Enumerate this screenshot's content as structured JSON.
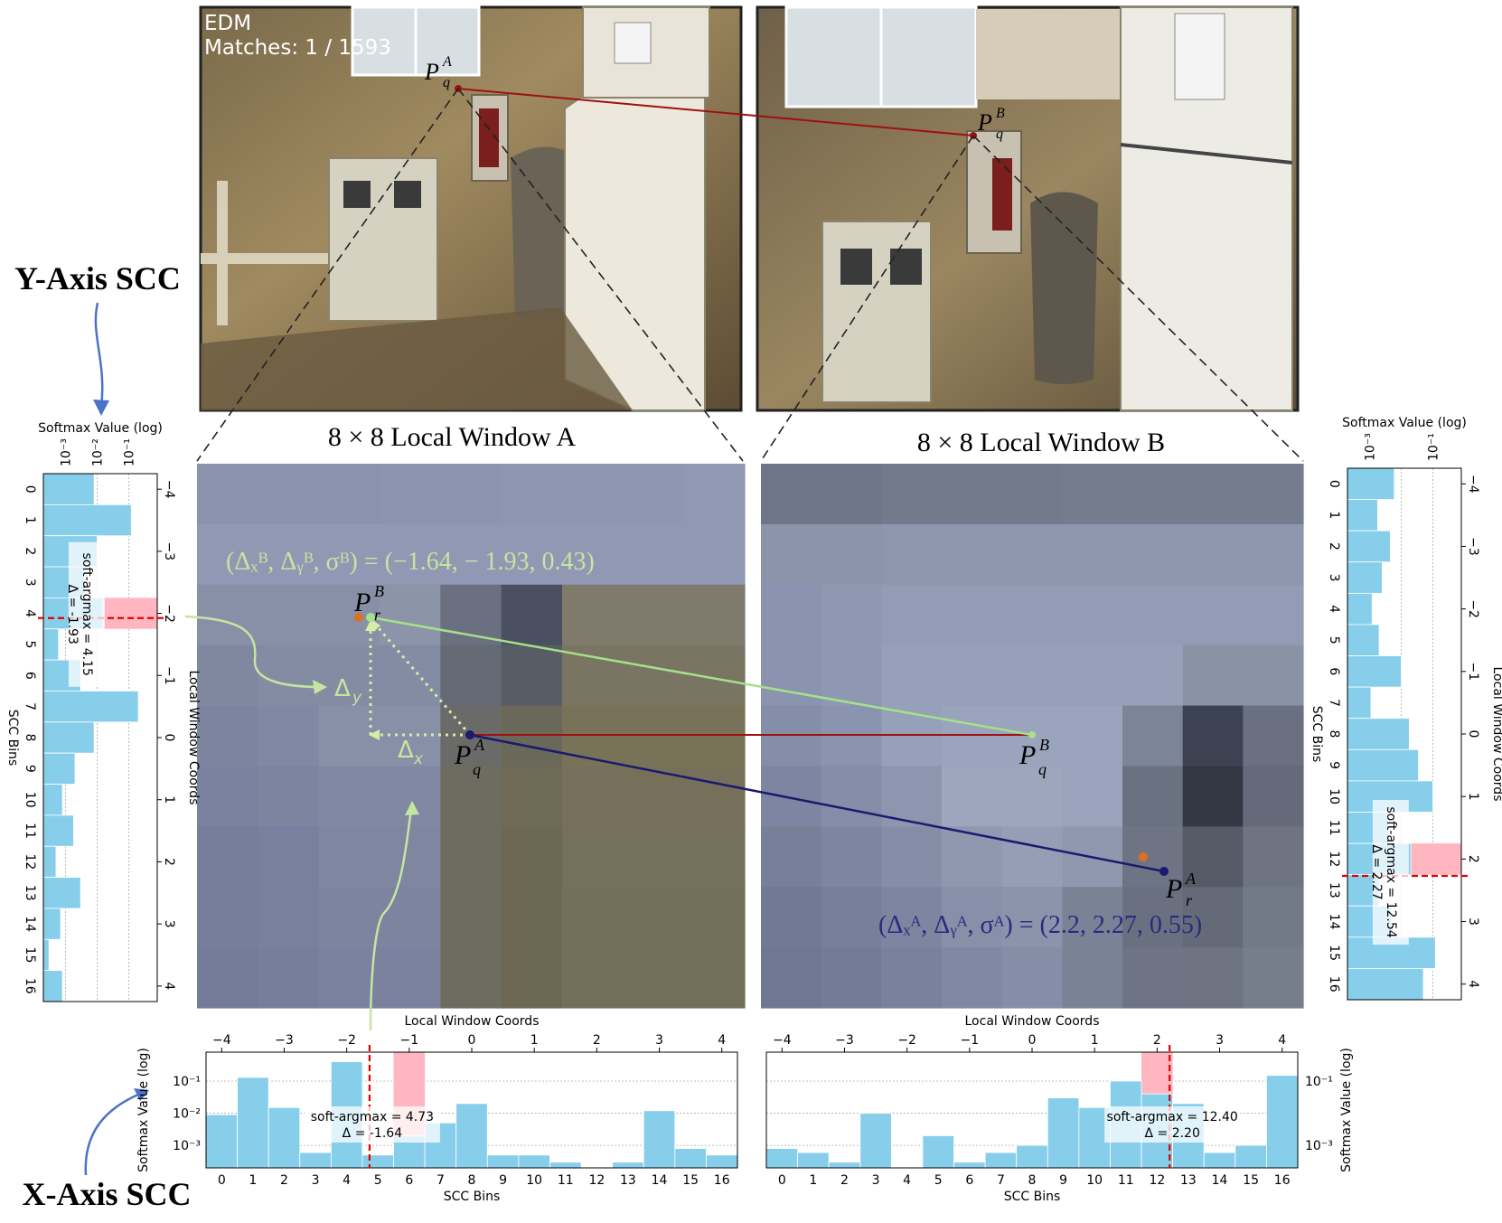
{
  "overlay": {
    "method": "EDM",
    "matches": "Matches: 1 / 1593"
  },
  "labels": {
    "y_axis_scc": "Y-Axis SCC",
    "x_axis_scc": "X-Axis SCC",
    "window_a": "8 × 8 Local Window A",
    "window_b": "8 × 8 Local Window B",
    "eq_b": "(Δₓᴮ, Δᵧᴮ, σᴮ) = (−1.64,  − 1.93, 0.43)",
    "eq_a": "(Δₓᴬ, Δᵧᴬ, σᴬ) = (2.2, 2.27, 0.55)",
    "dx": "Δ",
    "dx_sub": "x",
    "dy": "Δ",
    "dy_sub": "y",
    "pq_a": "P",
    "pq_b": "P",
    "pr_a": "P",
    "pr_b": "P"
  },
  "colors": {
    "bar": "#87ceeb",
    "highlight": "#ffb6c1",
    "dashed": "#e00000",
    "green": "#a6e08a",
    "navy": "#1a1a6e",
    "red_line": "#a01010",
    "orange_dot": "#e07020",
    "annotation_green": "#c4e6a0",
    "annotation_navy": "#2a2a80"
  },
  "chart_data": [
    {
      "id": "y-axis-scc-A",
      "type": "bar",
      "orientation": "horizontal",
      "categories": [
        "0",
        "1",
        "2",
        "3",
        "4",
        "5",
        "6",
        "7",
        "8",
        "9",
        "10",
        "11",
        "12",
        "13",
        "14",
        "15",
        "16"
      ],
      "values": [
        0.008,
        0.12,
        0.01,
        0.004,
        0.015,
        0.0006,
        0.003,
        0.2,
        0.008,
        0.002,
        0.0008,
        0.0018,
        0.0005,
        0.003,
        0.0007,
        0.0003,
        0.0008
      ],
      "xlabel": "Softmax Value (log)",
      "ylabel": "SCC Bins",
      "secondary_axis_label": "Local Window Coords",
      "secondary_ticks": [
        "−4",
        "−3",
        "−2",
        "−1",
        "0",
        "1",
        "2",
        "3",
        "4"
      ],
      "log_ticks": [
        "10⁻³",
        "10⁻²",
        "10⁻¹"
      ],
      "soft_argmax_text": "soft-argmax = 4.15",
      "delta_text": "Δ = -1.93",
      "soft_argmax": 4.15,
      "highlight_bin": 4
    },
    {
      "id": "y-axis-scc-B",
      "type": "bar",
      "orientation": "horizontal",
      "categories": [
        "0",
        "1",
        "2",
        "3",
        "4",
        "5",
        "6",
        "7",
        "8",
        "9",
        "10",
        "11",
        "12",
        "13",
        "14",
        "15",
        "16"
      ],
      "values": [
        0.006,
        0.0018,
        0.0045,
        0.0025,
        0.0012,
        0.002,
        0.01,
        0.0011,
        0.018,
        0.035,
        0.1,
        0.004,
        0.02,
        0.002,
        0.005,
        0.12,
        0.05
      ],
      "xlabel": "Softmax Value (log)",
      "ylabel": "SCC Bins",
      "secondary_axis_label": "Local Window Coords",
      "secondary_ticks": [
        "−4",
        "−3",
        "−2",
        "−1",
        "0",
        "1",
        "2",
        "3",
        "4"
      ],
      "log_ticks": [
        "10⁻³",
        "10⁻¹"
      ],
      "soft_argmax_text": "soft-argmax = 12.54",
      "delta_text": "Δ = 2.27",
      "soft_argmax": 12.54,
      "highlight_bin": 12
    },
    {
      "id": "x-axis-scc-A",
      "type": "bar",
      "orientation": "vertical",
      "categories": [
        "0",
        "1",
        "2",
        "3",
        "4",
        "5",
        "6",
        "7",
        "8",
        "9",
        "10",
        "11",
        "12",
        "13",
        "14",
        "15",
        "16"
      ],
      "values": [
        0.009,
        0.13,
        0.015,
        0.0006,
        0.4,
        0.0005,
        0.002,
        0.005,
        0.02,
        0.0005,
        0.0005,
        0.0003,
        0.0002,
        0.0003,
        0.012,
        0.0008,
        0.0005
      ],
      "xlabel": "SCC Bins",
      "ylabel": "Softmax Value (log)",
      "secondary_axis_label": "Local Window Coords",
      "secondary_ticks": [
        "−4",
        "−3",
        "−2",
        "−1",
        "0",
        "1",
        "2",
        "3",
        "4"
      ],
      "log_ticks": [
        "10⁻³",
        "10⁻²",
        "10⁻¹"
      ],
      "soft_argmax_text": "soft-argmax = 4.73",
      "delta_text": "Δ = -1.64",
      "soft_argmax": 4.73,
      "highlight_bin": 6
    },
    {
      "id": "x-axis-scc-B",
      "type": "bar",
      "orientation": "vertical",
      "categories": [
        "0",
        "1",
        "2",
        "3",
        "4",
        "5",
        "6",
        "7",
        "8",
        "9",
        "10",
        "11",
        "12",
        "13",
        "14",
        "15",
        "16"
      ],
      "values": [
        0.0008,
        0.0006,
        0.0003,
        0.01,
        0.0001,
        0.002,
        0.0003,
        0.0006,
        0.001,
        0.03,
        0.015,
        0.1,
        0.04,
        0.02,
        0.0006,
        0.001,
        0.15
      ],
      "xlabel": "SCC Bins",
      "ylabel": "Softmax Value (log)",
      "secondary_axis_label": "Local Window Coords",
      "secondary_ticks": [
        "−4",
        "−3",
        "−2",
        "−1",
        "0",
        "1",
        "2",
        "3",
        "4"
      ],
      "log_ticks": [
        "10⁻³",
        "10⁻¹"
      ],
      "soft_argmax_text": "soft-argmax = 12.40",
      "delta_text": "Δ = 2.20",
      "soft_argmax": 12.4,
      "highlight_bin": 12
    }
  ]
}
